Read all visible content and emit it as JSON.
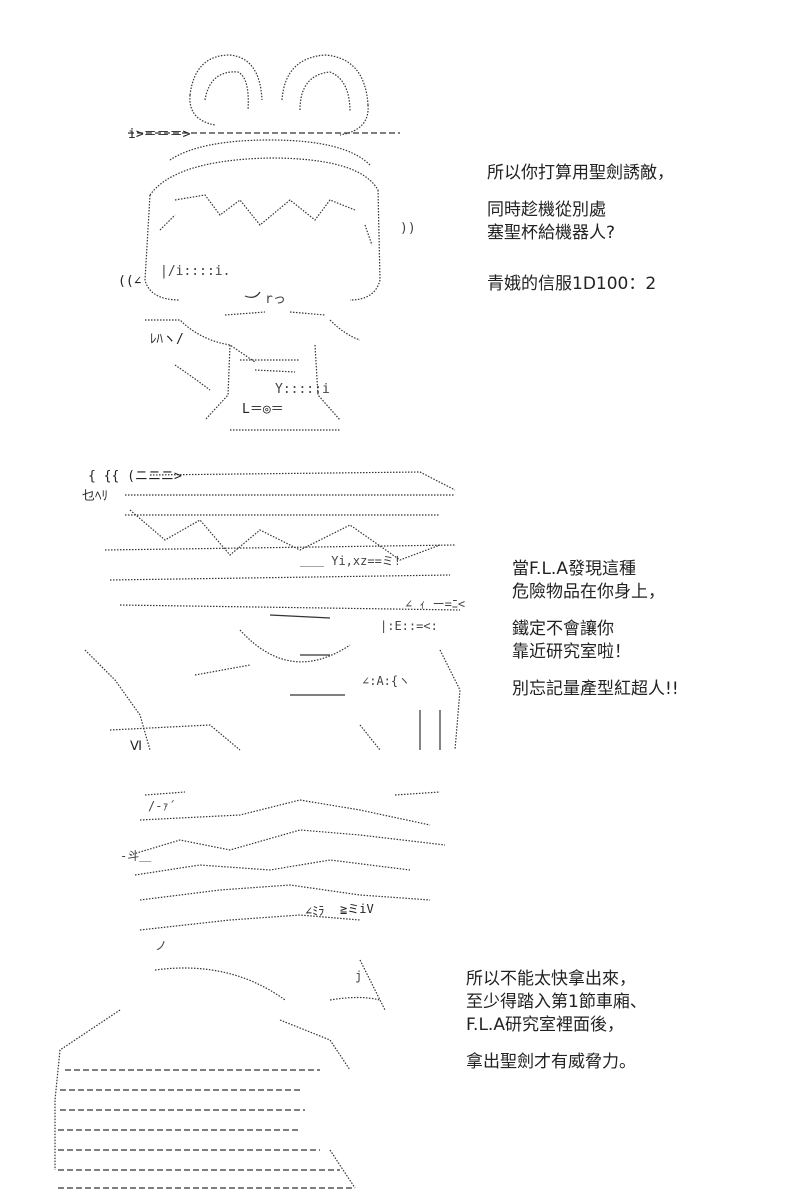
{
  "panel1": {
    "lines": [
      "所以你打算用聖劍誘敵，",
      "",
      "同時趁機從別處",
      "塞聖杯給機器人?",
      "",
      "",
      "青娥的信服1D100：2"
    ]
  },
  "panel2": {
    "lines": [
      "當F.L.A發現這種",
      "危險物品在你身上，",
      "",
      "鐵定不會讓你",
      "靠近研究室啦！",
      "",
      "別忘記量產型紅超人!!"
    ]
  },
  "panel3": {
    "lines": [
      "所以不能太快拿出來，",
      "至少得踏入第1節車廂、",
      "F.L.A研究室裡面後，",
      "",
      "拿出聖劍才有威脅力。"
    ]
  },
  "art": {
    "panel1_ascii": [
      "i>＝＝＝>",
      "((∠",
      "L＝◎＝",
      "ﾚﾊヽ/"
    ],
    "panel2_ascii": [
      "{ {{ (ニニニ>",
      "乜ﾍﾘ",
      "Ⅵ"
    ],
    "panel3_ascii": [
      "∠ﾐﾗ",
      "≧ミiV"
    ]
  }
}
